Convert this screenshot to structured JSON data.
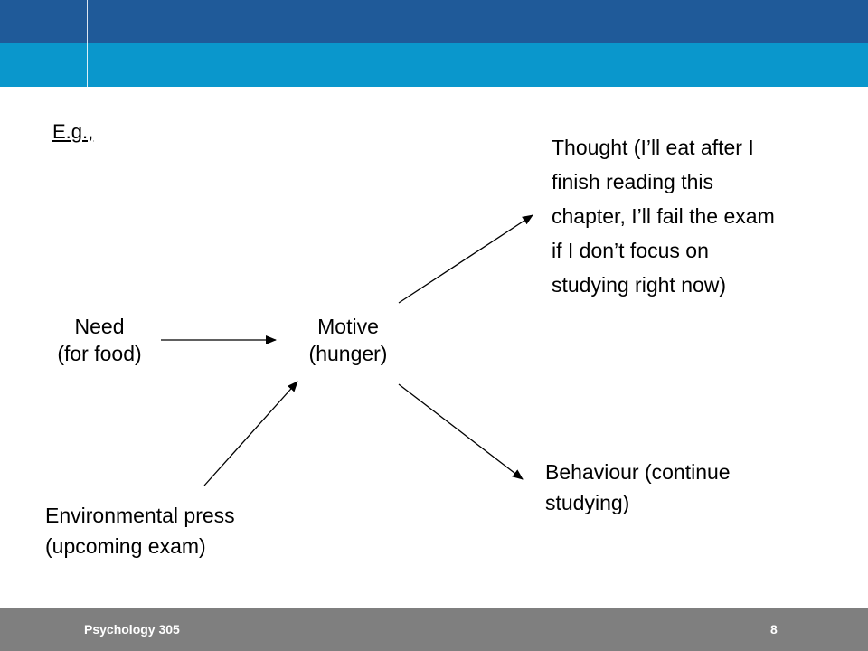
{
  "slide": {
    "example_label": "E.g.,",
    "need": [
      "Need",
      "(for food)"
    ],
    "motive": [
      "Motive",
      "(hunger)"
    ],
    "thought": [
      "Thought (I’ll eat after I",
      "finish reading this",
      "chapter, I’ll fail the exam",
      "if I don’t focus on",
      "studying right now)"
    ],
    "behaviour": [
      "Behaviour (continue",
      "studying)"
    ],
    "environment": [
      "Environmental press",
      "(upcoming exam)"
    ]
  },
  "footer": {
    "course": "Psychology 305",
    "page_number": "8"
  },
  "colors": {
    "header_dark": "#1f5a99",
    "header_light": "#0a97cc",
    "footer": "#7f7f7f"
  }
}
